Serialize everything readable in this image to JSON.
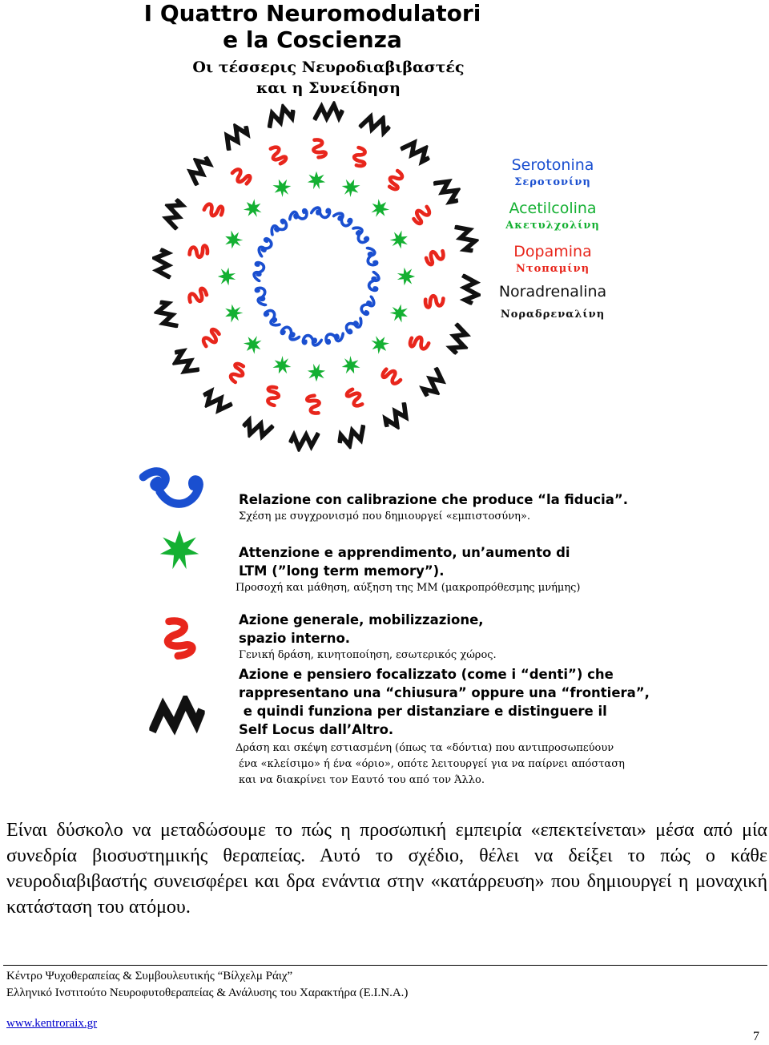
{
  "title": {
    "italian_line1": "I Quattro Neuromodulatori",
    "italian_line2": "e la Coscienza",
    "greek_line1": "Οι τέσσερις Νευροδιαβιβαστές",
    "greek_line2": "και η Συνείδηση"
  },
  "legend_top": [
    {
      "name": "Serotonina",
      "greek": "Σεροτονίνη",
      "color": "#1a4fd0"
    },
    {
      "name": "Acetilcolina",
      "greek": "Ακετυλχολίνη",
      "color": "#14b032"
    },
    {
      "name": "Dopamina",
      "greek": "Ντοπαμίνη",
      "color": "#e8261c"
    },
    {
      "name": "Noradrenalina",
      "greek": "Νοραδρεναλίνη",
      "color": "#111111"
    }
  ],
  "key": [
    {
      "icon": "blue-wave-icon",
      "italian": [
        "Relazione con calibrazione che produce “la fiducia”."
      ],
      "greek": [
        "Σχέση με συγχρονισμό που δημιουργεί «εμπιστοσύνη»."
      ]
    },
    {
      "icon": "green-star-icon",
      "italian": [
        "Attenzione e apprendimento, un’aumento  di",
        "LTM (”long term memory”)."
      ],
      "greek": [
        "Προσοχή και μάθηση, αύξηση της ΜΜ (μακροπρόθεσμης μνήμης)"
      ]
    },
    {
      "icon": "red-squiggle-icon",
      "italian": [
        "Azione generale, mobilizzazione,",
        "spazio interno."
      ],
      "greek": [
        "Γενική δράση, κινητοποίηση, εσωτερικός χώρος."
      ]
    },
    {
      "icon": "black-zigzag-icon",
      "italian": [
        "Azione e pensiero focalizzato (come i “denti”) che",
        "rappresentano una “chiusura” oppure una “frontiera”,",
        " e quindi funziona per distanziare e distinguere il",
        "Self Locus dall’Altro."
      ],
      "greek": [
        "Δράση και σκέψη εστιασμένη (όπως τα «δόντια) που αντιπροσωπεύουν",
        "ένα «κλείσιμο» ή ένα «όριο», οπότε λειτουργεί για να παίρνει απόσταση",
        "και να διακρίνει τον Εαυτό του από τον Άλλο."
      ]
    }
  ],
  "paragraph": "Είναι δύσκολο να μεταδώσουμε το πώς η προσωπική εμπειρία «επεκτείνεται» μέσα από μία συνεδρία βιοσυστημικής θεραπείας. Αυτό το σχέδιο, θέλει να δείξει το πώς ο κάθε νευροδιαβιβαστής συνεισφέρει και δρα ενάντια στην «κατάρρευση» που δημιουργεί η μοναχική κατάσταση του ατόμου.",
  "footer": {
    "line1": "Κέντρο Ψυχοθεραπείας & Συμβουλευτικής “Βίλχελμ Ράιχ”",
    "line2": "Ελληνικό Ινστιτούτο Νευροφυτοθεραπείας & Ανάλυσης του Χαρακτήρα (Ε.Ι.Ν.Α.)",
    "website": "www.kentroraix.gr",
    "page_number": "7"
  }
}
